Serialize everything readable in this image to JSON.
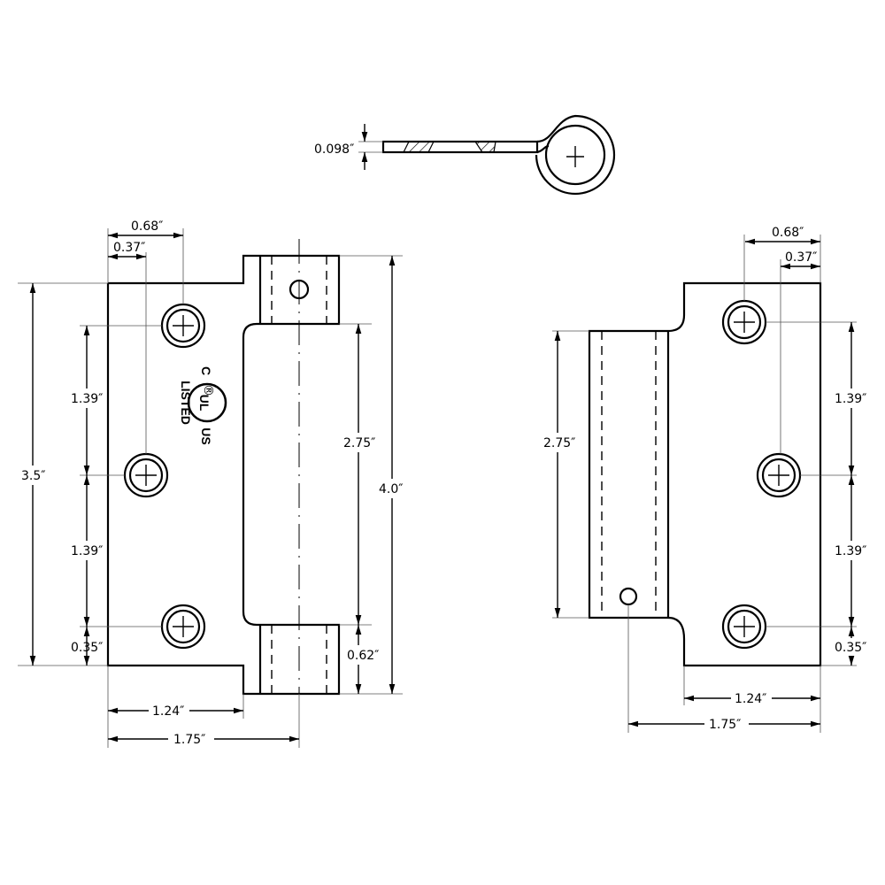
{
  "top_view": {
    "thickness": "0.098″"
  },
  "left_hinge": {
    "hole_offset_outer": "0.68″",
    "hole_offset_inner": "0.37″",
    "height": "3.5″",
    "hole_spacing_upper": "1.39″",
    "hole_spacing_lower": "1.39″",
    "bottom_offset": "0.35″",
    "center_leaf_height": "2.75″",
    "overall_height": "4.0″",
    "knuckle_height": "0.62″",
    "leaf_width": "1.24″",
    "overall_width": "1.75″",
    "ul_mark": {
      "c": "C",
      "ul": "UL",
      "us": "US",
      "listed": "LISTED",
      "registered": "®"
    }
  },
  "right_hinge": {
    "hole_offset_outer": "0.68″",
    "hole_offset_inner": "0.37″",
    "knuckle_height": "2.75″",
    "hole_spacing_upper": "1.39″",
    "hole_spacing_lower": "1.39″",
    "bottom_offset": "0.35″",
    "leaf_width": "1.24″",
    "overall_width": "1.75″"
  }
}
